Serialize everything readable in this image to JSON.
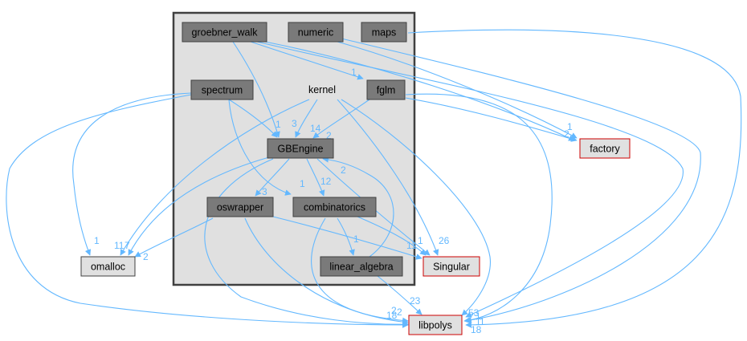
{
  "cluster": {
    "label": "kernel"
  },
  "colors": {
    "cluster_fill": "#e0e0e0",
    "cluster_stroke": "#404040",
    "inner_fill": "#7a7a7a",
    "inner_stroke": "#404040",
    "inner_text": "#000000",
    "external_fill": "#e0e0e0",
    "external_stroke_red": "#cc0000",
    "external_stroke_gray": "#404040",
    "edge": "#63b8ff",
    "edge_label": "#63b8ff"
  },
  "nodes": {
    "groebner_walk": {
      "label": "groebner_walk"
    },
    "numeric": {
      "label": "numeric"
    },
    "maps": {
      "label": "maps"
    },
    "spectrum": {
      "label": "spectrum"
    },
    "fglm": {
      "label": "fglm"
    },
    "gbengine": {
      "label": "GBEngine"
    },
    "oswrapper": {
      "label": "oswrapper"
    },
    "combinatorics": {
      "label": "combinatorics"
    },
    "linear_algebra": {
      "label": "linear_algebra"
    },
    "factory": {
      "label": "factory"
    },
    "omalloc": {
      "label": "omalloc"
    },
    "singular": {
      "label": "Singular"
    },
    "libpolys": {
      "label": "libpolys"
    }
  },
  "edge_labels": {
    "walk_fglm": "1",
    "walk_gb": "3",
    "spec_gb": "1",
    "kernel_gb": "14",
    "fglm_gb": "2",
    "gb_os": "3",
    "gb_comb": "12",
    "spec_comb": "1",
    "gb_comb_back": "2",
    "numeric_factory": "1",
    "fglm_factory": "2",
    "omalloc_left": "1",
    "omalloc_mid": "11",
    "omalloc_right": "7",
    "os_omalloc": "2",
    "sing_a": "1",
    "sing_b": "1",
    "sing_c": "1",
    "sing_d": "26",
    "comb_la": "1",
    "la_lib": "23",
    "lib_left_a": "18",
    "lib_left_b": "2",
    "lib_left_c": "2",
    "lib_right_a": "53",
    "lib_right_b": "1",
    "lib_right_c": "1",
    "lib_right_d": "1",
    "lib_right_e": "18"
  }
}
